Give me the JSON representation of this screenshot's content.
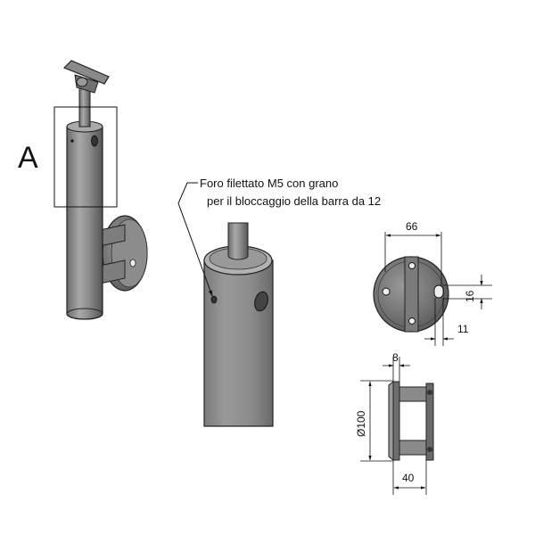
{
  "labels": {
    "detail_letter": "A",
    "callout_line1": "Foro filettato M5 con grano",
    "callout_line2": "per il bloccaggio della barra da 12"
  },
  "dimensions": {
    "width_top": "66",
    "slot_height": "16",
    "slot_offset": "11",
    "plate_thickness": "8",
    "plate_diameter": "Ø100",
    "depth": "40"
  },
  "colors": {
    "metal_dark": "#5a5a5a",
    "metal_mid": "#8a8a8a",
    "metal_light": "#c4c4c4",
    "line": "#111111"
  }
}
